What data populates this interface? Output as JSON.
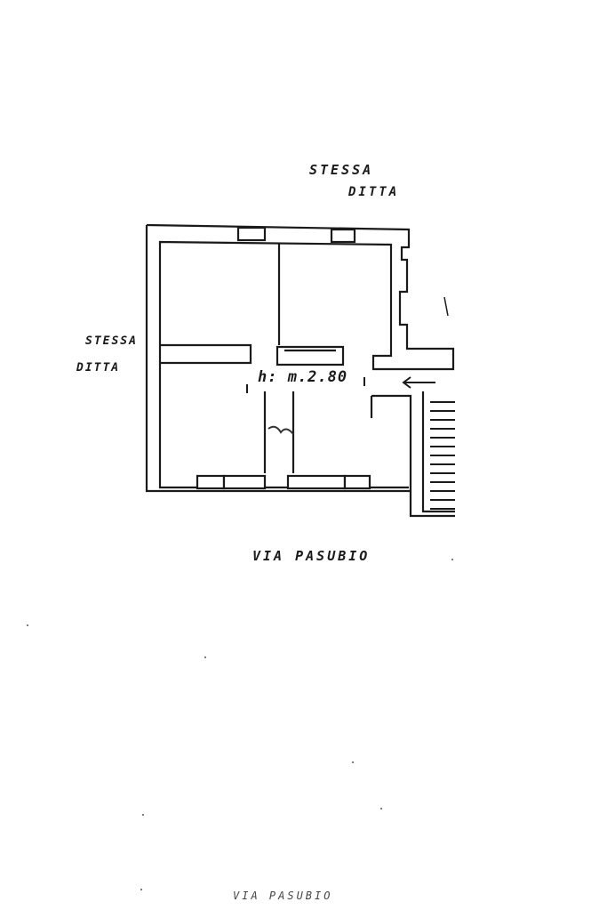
{
  "labels": {
    "north_line1": "STESSA",
    "north_line2": "DITTA",
    "west_line1": "STESSA",
    "west_line2": "DITTA",
    "height": "h: m.2.80",
    "street": "VIA PASUBIO",
    "street_faint": "VIA PASUBIO"
  },
  "colors": {
    "ink": "#1a1a1a",
    "wall_fill": "#ffffff"
  }
}
